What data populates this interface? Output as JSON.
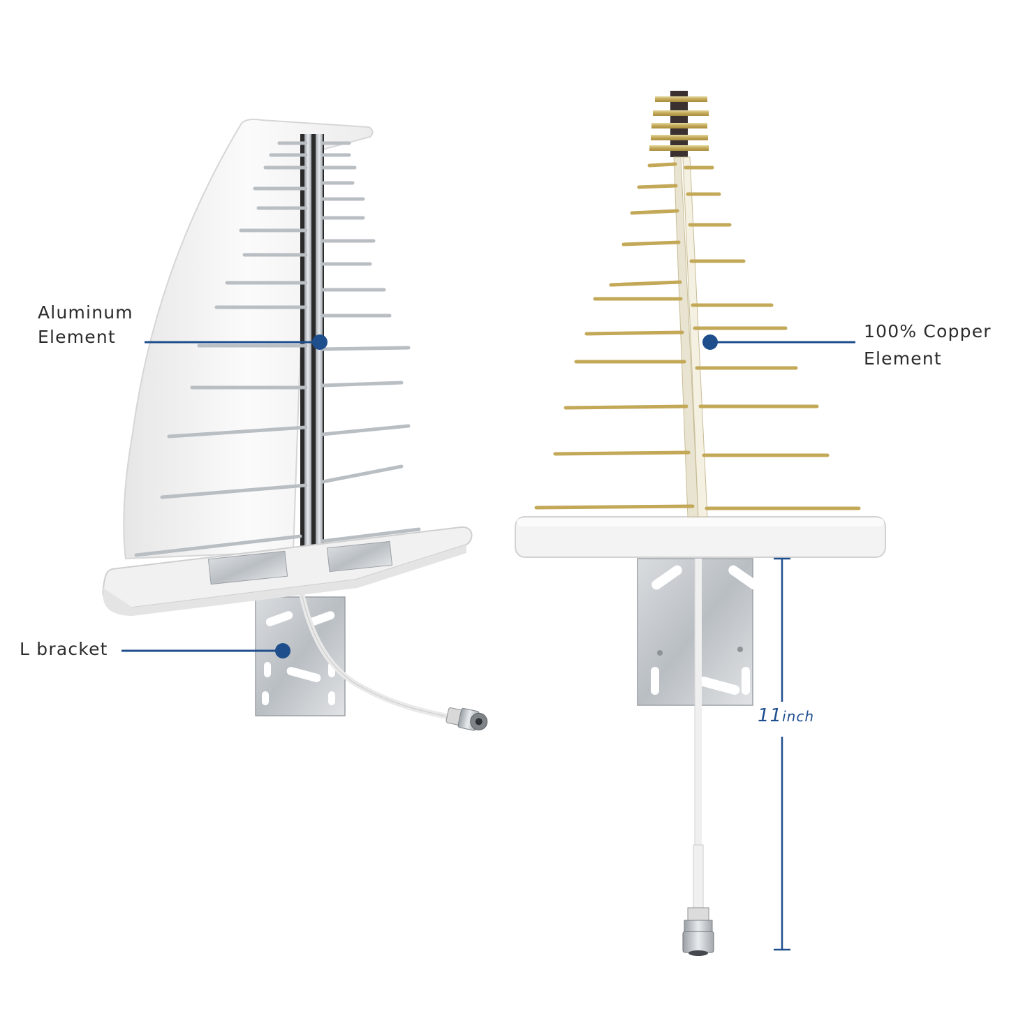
{
  "callouts": {
    "aluminum": {
      "line1": "Aluminum",
      "line2": "Element"
    },
    "copper": {
      "line1": "100% Copper",
      "line2": "Element"
    },
    "bracket": {
      "line1": "L bracket"
    }
  },
  "measurement": {
    "value": "11",
    "unit": "inch"
  },
  "colors": {
    "callout_line": "#1f4e8c",
    "callout_dot": "#1f4e8c",
    "measure_text": "#1d4d8f",
    "aluminum": "#c8ccd0",
    "copper": "#c9b36a",
    "housing": "#f4f4f4"
  }
}
